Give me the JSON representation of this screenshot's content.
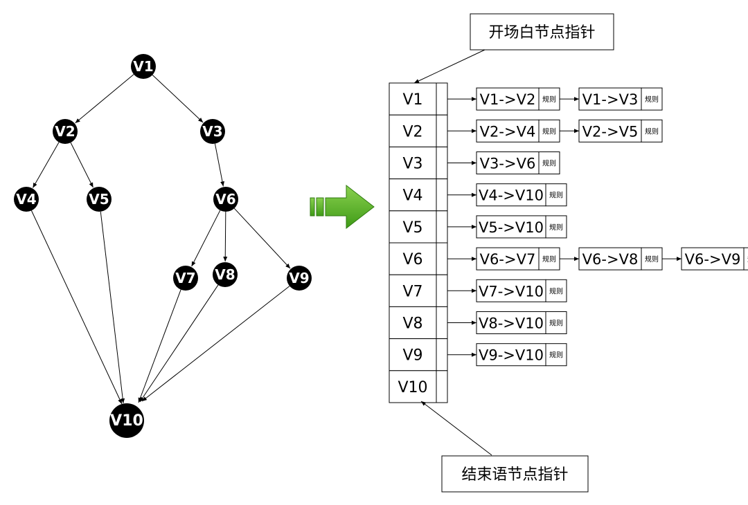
{
  "graph": {
    "nodes": [
      {
        "id": "V1",
        "label": "V1"
      },
      {
        "id": "V2",
        "label": "V2"
      },
      {
        "id": "V3",
        "label": "V3"
      },
      {
        "id": "V4",
        "label": "V4"
      },
      {
        "id": "V5",
        "label": "V5"
      },
      {
        "id": "V6",
        "label": "V6"
      },
      {
        "id": "V7",
        "label": "V7"
      },
      {
        "id": "V8",
        "label": "V8"
      },
      {
        "id": "V9",
        "label": "V9"
      },
      {
        "id": "V10",
        "label": "V10"
      }
    ],
    "edges": [
      [
        "V1",
        "V2"
      ],
      [
        "V1",
        "V3"
      ],
      [
        "V2",
        "V4"
      ],
      [
        "V2",
        "V5"
      ],
      [
        "V3",
        "V6"
      ],
      [
        "V6",
        "V7"
      ],
      [
        "V6",
        "V8"
      ],
      [
        "V6",
        "V9"
      ],
      [
        "V4",
        "V10"
      ],
      [
        "V5",
        "V10"
      ],
      [
        "V7",
        "V10"
      ],
      [
        "V8",
        "V10"
      ],
      [
        "V9",
        "V10"
      ]
    ]
  },
  "transform_arrow": {
    "color": "#5cb82a"
  },
  "adjacency": {
    "start_pointer_label": "开场白节点指针",
    "end_pointer_label": "结束语节点指针",
    "rule_label": "规则",
    "rows": [
      {
        "vertex": "V1",
        "edges": [
          "V1->V2",
          "V1->V3"
        ]
      },
      {
        "vertex": "V2",
        "edges": [
          "V2->V4",
          "V2->V5"
        ]
      },
      {
        "vertex": "V3",
        "edges": [
          "V3->V6"
        ]
      },
      {
        "vertex": "V4",
        "edges": [
          "V4->V10"
        ]
      },
      {
        "vertex": "V5",
        "edges": [
          "V5->V10"
        ]
      },
      {
        "vertex": "V6",
        "edges": [
          "V6->V7",
          "V6->V8",
          "V6->V9"
        ]
      },
      {
        "vertex": "V7",
        "edges": [
          "V7->V10"
        ]
      },
      {
        "vertex": "V8",
        "edges": [
          "V8->V10"
        ]
      },
      {
        "vertex": "V9",
        "edges": [
          "V9->V10"
        ]
      },
      {
        "vertex": "V10",
        "edges": []
      }
    ]
  }
}
